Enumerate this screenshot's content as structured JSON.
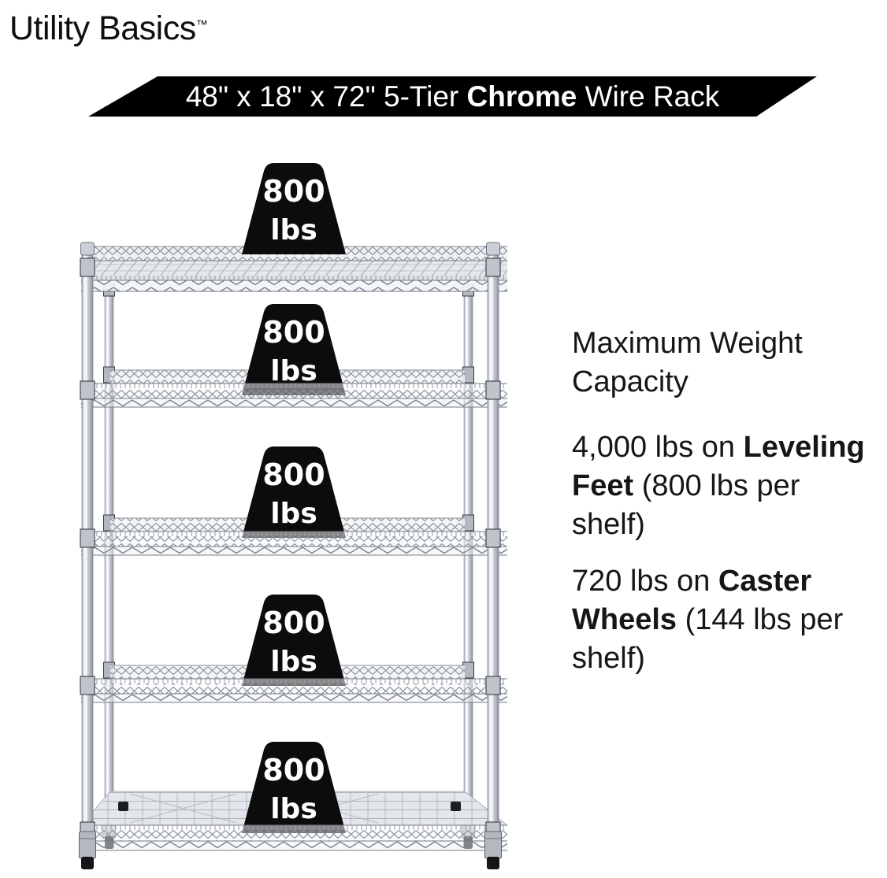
{
  "logo": {
    "name": "Utility Basics",
    "trademark": "™"
  },
  "banner": {
    "text_pre": "48\" x 18\" x 72\" 5-Tier ",
    "text_bold": "Chrome",
    "text_post": " Wire Rack"
  },
  "rack": {
    "tiers": 5,
    "weights": [
      {
        "value": "800",
        "unit": "lbs"
      },
      {
        "value": "800",
        "unit": "lbs"
      },
      {
        "value": "800",
        "unit": "lbs"
      },
      {
        "value": "800",
        "unit": "lbs"
      },
      {
        "value": "800",
        "unit": "lbs"
      }
    ]
  },
  "info": {
    "heading_line1": "Maximum Weight",
    "heading_line2": "Capacity",
    "para1": {
      "l1_normal": "4,000 lbs on ",
      "l1_bold": "Leveling",
      "l2_bold": "Feet",
      "l2_normal": " (800 lbs per",
      "l3_normal": "shelf)"
    },
    "para2": {
      "l1_normal": "720 lbs on ",
      "l1_bold": "Caster",
      "l2_bold": "Wheels",
      "l2_normal": " (144 lbs per",
      "l3_normal": "shelf)"
    }
  },
  "colors": {
    "banner_bg": "#000000",
    "banner_text": "#ffffff",
    "weight_badge_bg": "#0c0c0c",
    "weight_badge_text": "#ffffff",
    "body_text": "#161616",
    "chrome_light": "#eef0f3",
    "chrome_dark": "#878d97"
  }
}
